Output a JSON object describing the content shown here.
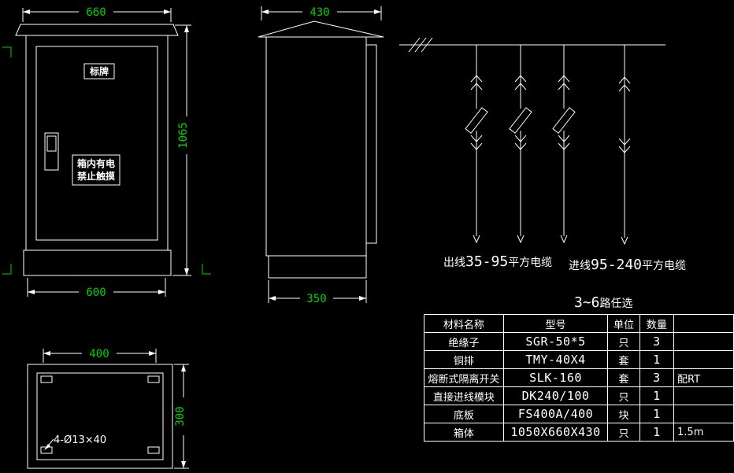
{
  "colors": {
    "background": "#000000",
    "line": "#ffffff",
    "dim_text": "#00d400"
  },
  "front_view": {
    "dim_top": "660",
    "dim_bottom": "600",
    "dim_height": "1065",
    "nameplate": "标牌",
    "warning_line1": "箱内有电",
    "warning_line2": "禁止触摸"
  },
  "side_view": {
    "dim_top": "430",
    "dim_bottom": "350"
  },
  "bottom_view": {
    "dim_width": "400",
    "dim_height": "300",
    "hole_note": "4-Ø13×40"
  },
  "schematic": {
    "outgoing_prefix": "出线",
    "outgoing_value": "35-95",
    "outgoing_suffix": "平方电缆",
    "incoming_prefix": "进线",
    "incoming_value": "95-240",
    "incoming_suffix": "平方电缆",
    "note_value": "3~6",
    "note_suffix": "路任选"
  },
  "table": {
    "headers": [
      "材料名称",
      "型号",
      "单位",
      "数量",
      ""
    ],
    "rows": [
      [
        "绝缘子",
        "SGR-50*5",
        "只",
        "3",
        ""
      ],
      [
        "铜排",
        "TMY-40X4",
        "套",
        "1",
        ""
      ],
      [
        "熔断式隔离开关",
        "SLK-160",
        "套",
        "3",
        "配RT"
      ],
      [
        "直接进线模块",
        "DK240/100",
        "只",
        "1",
        ""
      ],
      [
        "底板",
        "FS400A/400",
        "块",
        "1",
        ""
      ],
      [
        "箱体",
        "1050X660X430",
        "只",
        "1",
        "1.5m"
      ]
    ]
  }
}
